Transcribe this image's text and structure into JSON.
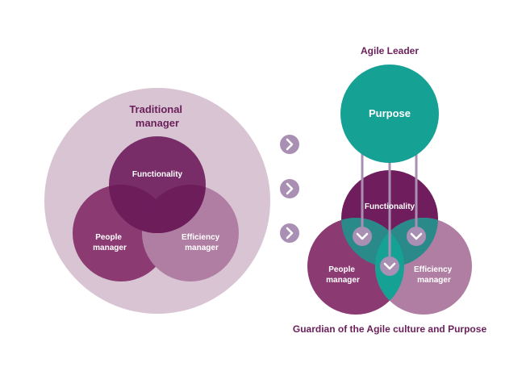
{
  "left": {
    "title_line1": "Traditional",
    "title_line2": "manager",
    "functionality": "Functionality",
    "people_line1": "People",
    "people_line2": "manager",
    "efficiency_line1": "Efficiency",
    "efficiency_line2": "manager"
  },
  "right": {
    "title": "Agile Leader",
    "purpose": "Purpose",
    "functionality": "Functionality",
    "people_line1": "People",
    "people_line2": "manager",
    "efficiency_line1": "Efficiency",
    "efficiency_line2": "manager",
    "caption": "Guardian of the Agile culture and Purpose"
  },
  "colors": {
    "outer_circle": "#d8c4d3",
    "functionality": "#6f1d5c",
    "people": "#8b3a72",
    "efficiency": "#b07ea3",
    "teal": "#16a195",
    "title_text": "#6a1f5a",
    "arrow_badge": "#a98fb3"
  },
  "icons": {
    "chevron_right": "chevron-right-icon",
    "chevron_down": "chevron-down-icon"
  }
}
